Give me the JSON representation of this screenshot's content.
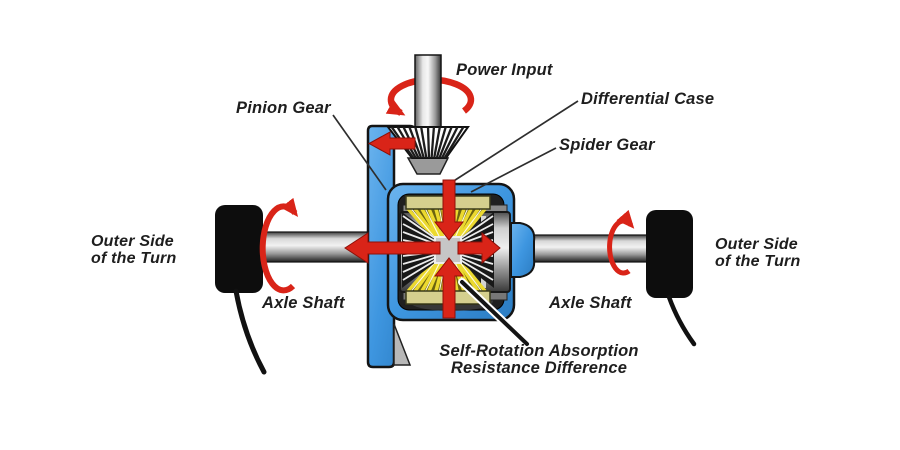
{
  "diagram": {
    "name": "open-differential-mechanism-diagram",
    "labels": {
      "power_input": "Power Input",
      "pinion_gear": "Pinion Gear",
      "differential_case": "Differential Case",
      "spider_gear": "Spider Gear",
      "outer_side_left": {
        "line1": "Outer Side",
        "line2": "of the Turn"
      },
      "outer_side_right": {
        "line1": "Outer Side",
        "line2": "of the Turn"
      },
      "axle_shaft_left": "Axle Shaft",
      "axle_shaft_right": "Axle Shaft",
      "self_rotation": {
        "line1": "Self-Rotation Absorption",
        "line2": "Resistance Difference"
      }
    },
    "icons": {
      "rotation_arrows": "red curved rotation arrows",
      "thrust_arrows": "red straight force arrows"
    },
    "colors": {
      "case_blue": "#3e96e0",
      "case_blue_light": "#6cb4ee",
      "case_blue_dark": "#2b7cc2",
      "arrow_red": "#d92418",
      "arrow_red_dark": "#8f1008",
      "gear_yellow": "#ecd92f",
      "gear_olive": "#6b6310",
      "gear_pale": "#d5cf8e",
      "wheel_black": "#0d0d0d",
      "text": "#1e1e1e",
      "background": "#ffffff"
    }
  }
}
